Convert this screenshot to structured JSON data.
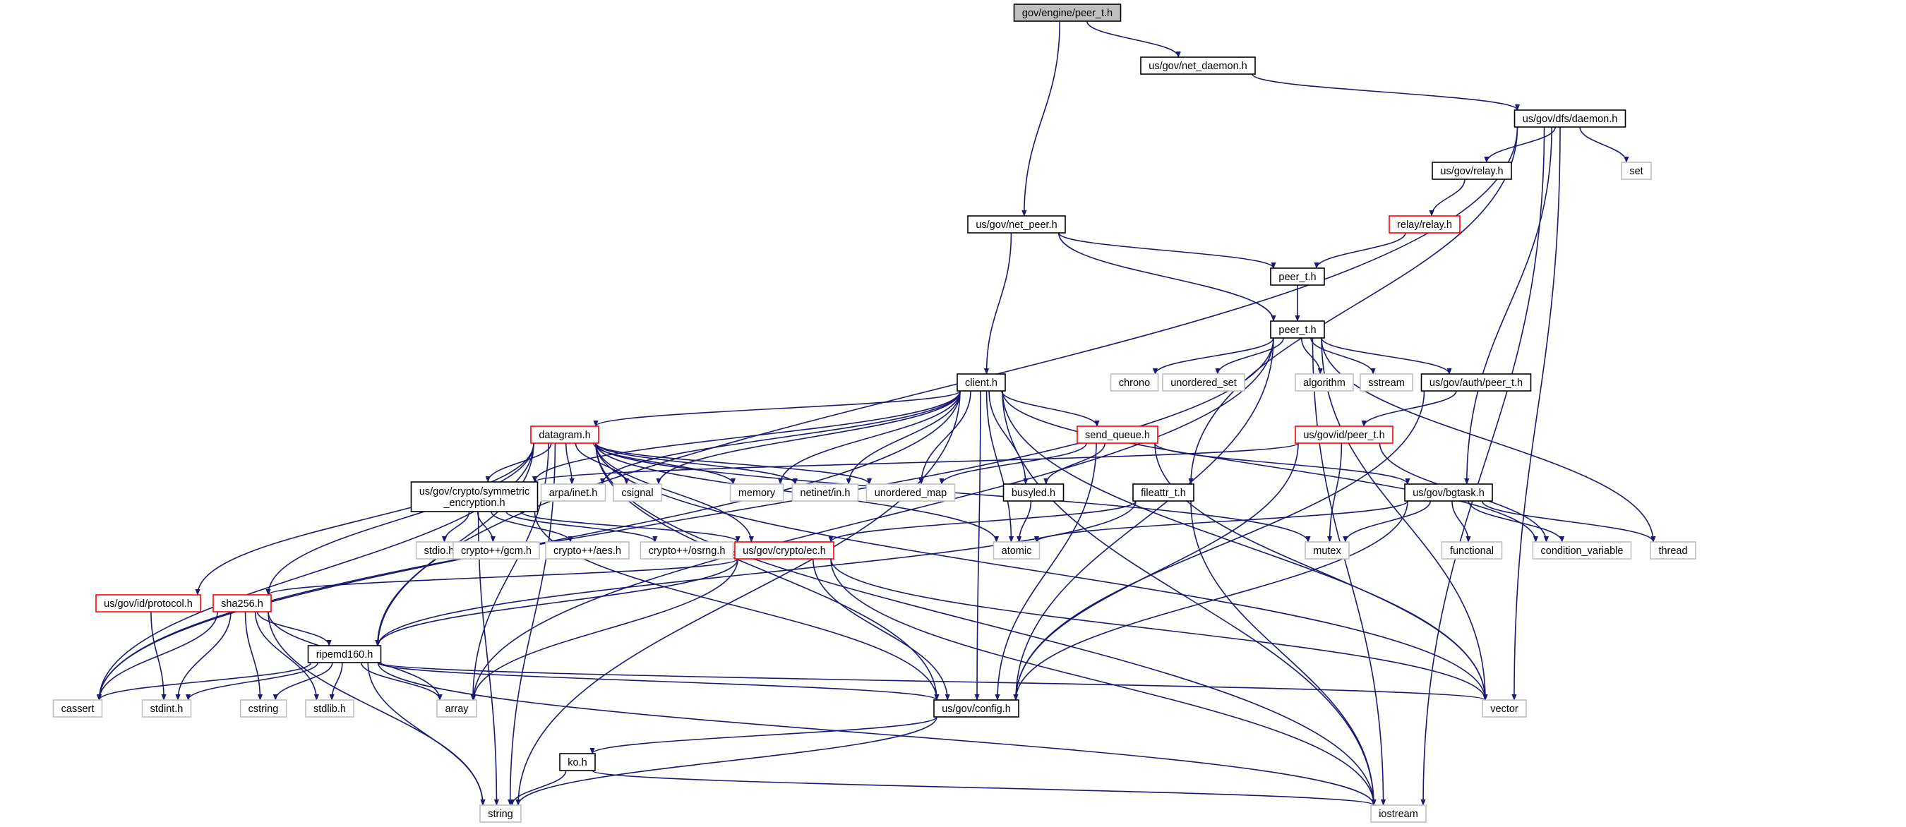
{
  "diagram": {
    "type": "include-dependency-graph",
    "colors": {
      "edge": "#191970",
      "root_fill": "#bfbfbf",
      "normal_border": "#000000",
      "truncated_border": "#ff0000",
      "system_border": "#bfbfbf",
      "system_text": "#000000"
    },
    "nodes": [
      {
        "id": "root",
        "label": "gov/engine/peer_t.h",
        "kind": "root"
      },
      {
        "id": "net_daemon",
        "label": "us/gov/net_daemon.h",
        "kind": "normal"
      },
      {
        "id": "dfs_daemon",
        "label": "us/gov/dfs/daemon.h",
        "kind": "normal"
      },
      {
        "id": "relay_h",
        "label": "us/gov/relay.h",
        "kind": "normal"
      },
      {
        "id": "set",
        "label": "set",
        "kind": "system"
      },
      {
        "id": "relay_relay",
        "label": "relay/relay.h",
        "kind": "truncated"
      },
      {
        "id": "net_peer",
        "label": "us/gov/net_peer.h",
        "kind": "normal"
      },
      {
        "id": "peer_t_a",
        "label": "peer_t.h",
        "kind": "normal"
      },
      {
        "id": "peer_t_b",
        "label": "peer_t.h",
        "kind": "normal"
      },
      {
        "id": "client",
        "label": "client.h",
        "kind": "normal"
      },
      {
        "id": "chrono",
        "label": "chrono",
        "kind": "system"
      },
      {
        "id": "unordered_set",
        "label": "unordered_set",
        "kind": "system"
      },
      {
        "id": "algorithm",
        "label": "algorithm",
        "kind": "system"
      },
      {
        "id": "sstream",
        "label": "sstream",
        "kind": "system"
      },
      {
        "id": "auth_peer",
        "label": "us/gov/auth/peer_t.h",
        "kind": "normal"
      },
      {
        "id": "datagram",
        "label": "datagram.h",
        "kind": "truncated"
      },
      {
        "id": "send_queue",
        "label": "send_queue.h",
        "kind": "truncated"
      },
      {
        "id": "id_peer",
        "label": "us/gov/id/peer_t.h",
        "kind": "truncated"
      },
      {
        "id": "arpa",
        "label": "arpa/inet.h",
        "kind": "system"
      },
      {
        "id": "csignal",
        "label": "csignal",
        "kind": "system"
      },
      {
        "id": "memory",
        "label": "memory",
        "kind": "system"
      },
      {
        "id": "netinet",
        "label": "netinet/in.h",
        "kind": "system"
      },
      {
        "id": "unordered_map",
        "label": "unordered_map",
        "kind": "system"
      },
      {
        "id": "busyled",
        "label": "busyled.h",
        "kind": "normal"
      },
      {
        "id": "fileattr",
        "label": "fileattr_t.h",
        "kind": "normal"
      },
      {
        "id": "bgtask",
        "label": "us/gov/bgtask.h",
        "kind": "normal"
      },
      {
        "id": "symenc",
        "label": "us/gov/crypto/symmetric\n_encryption.h",
        "kind": "normal"
      },
      {
        "id": "stdio",
        "label": "stdio.h",
        "kind": "system"
      },
      {
        "id": "gcm",
        "label": "crypto++/gcm.h",
        "kind": "system"
      },
      {
        "id": "aes",
        "label": "crypto++/aes.h",
        "kind": "system"
      },
      {
        "id": "osrng",
        "label": "crypto++/osrng.h",
        "kind": "system"
      },
      {
        "id": "ec",
        "label": "us/gov/crypto/ec.h",
        "kind": "truncated"
      },
      {
        "id": "atomic",
        "label": "atomic",
        "kind": "system"
      },
      {
        "id": "mutex",
        "label": "mutex",
        "kind": "system"
      },
      {
        "id": "functional",
        "label": "functional",
        "kind": "system"
      },
      {
        "id": "condvar",
        "label": "condition_variable",
        "kind": "system"
      },
      {
        "id": "thread",
        "label": "thread",
        "kind": "system"
      },
      {
        "id": "protocol",
        "label": "us/gov/id/protocol.h",
        "kind": "truncated"
      },
      {
        "id": "sha256",
        "label": "sha256.h",
        "kind": "truncated"
      },
      {
        "id": "ripemd",
        "label": "ripemd160.h",
        "kind": "normal"
      },
      {
        "id": "cassert",
        "label": "cassert",
        "kind": "system"
      },
      {
        "id": "stdint",
        "label": "stdint.h",
        "kind": "system"
      },
      {
        "id": "cstring",
        "label": "cstring",
        "kind": "system"
      },
      {
        "id": "stdlib",
        "label": "stdlib.h",
        "kind": "system"
      },
      {
        "id": "array",
        "label": "array",
        "kind": "system"
      },
      {
        "id": "config",
        "label": "us/gov/config.h",
        "kind": "normal"
      },
      {
        "id": "vector",
        "label": "vector",
        "kind": "system"
      },
      {
        "id": "ko",
        "label": "ko.h",
        "kind": "normal"
      },
      {
        "id": "string",
        "label": "string",
        "kind": "system"
      },
      {
        "id": "iostream",
        "label": "iostream",
        "kind": "system"
      }
    ]
  }
}
